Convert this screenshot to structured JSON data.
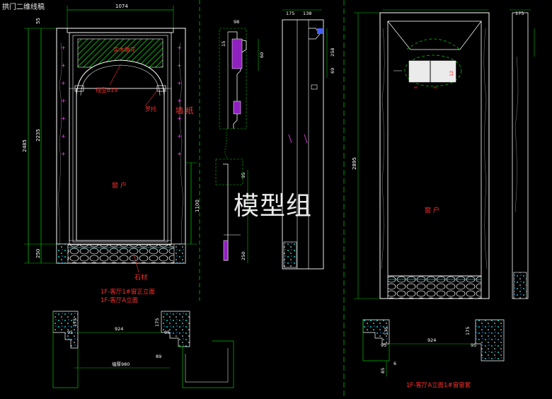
{
  "window": {
    "caption": "拱门二维线稿"
  },
  "watermark": "模型组",
  "colors": {
    "background": "#000000",
    "line": "#ffffff",
    "dimension": "#00cc00",
    "label": "#ff3030",
    "hatch": "#00c000",
    "marker": "#ff40ff",
    "blue": "#4060ff"
  },
  "front_elevation": {
    "dims": {
      "top_width": "1074",
      "top_margin": "55",
      "total_height": "2485",
      "inner_height": "2235",
      "base_height": "250",
      "lower_height": "1100"
    },
    "labels": {
      "panel": "实木雕花",
      "arch_trim": "线型b19",
      "bracket": "罗托",
      "wallpaper": "墙 纸",
      "window": "窗 户",
      "stone": "石材"
    },
    "title_line1": "1F-客厅1#窗正立面",
    "title_line2": "1F-客厅A立面"
  },
  "profile_detail": {
    "dims": {
      "d98": "98",
      "d15": "15",
      "d60": "60",
      "d95": "95",
      "d250": "250"
    }
  },
  "middle_section": {
    "dims": {
      "d175": "175",
      "d138": "138",
      "d258": "258",
      "d69": "69"
    }
  },
  "right_elevation": {
    "dims": {
      "d175": "175",
      "height": "2895"
    },
    "labels": {
      "window": "窗 户",
      "r12": "12",
      "r3": "3",
      "r7": "7"
    }
  },
  "plan_left": {
    "dims": {
      "d175a": "175",
      "d175b": "175",
      "d95a": "95",
      "d95b": "95",
      "width": "924",
      "d89": "89",
      "clear": "墙厚980"
    }
  },
  "plan_right": {
    "dims": {
      "d175a": "175",
      "d175b": "175",
      "d95a": "95",
      "d95b": "95",
      "width": "924",
      "d85": "85",
      "d6": "6"
    },
    "title": "1F-客厅A立面1#窗窗套"
  }
}
